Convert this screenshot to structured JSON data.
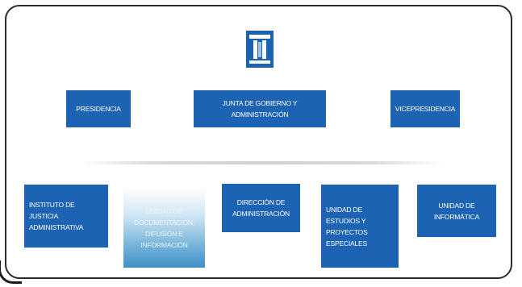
{
  "colors": {
    "box_fill": "#1d63b4",
    "box_text": "#ffffff",
    "frame_border": "#2a2a2a"
  },
  "logo": {
    "icon": "tribunal-logo-icon"
  },
  "top_row": [
    {
      "label": "PRESIDENCIA"
    },
    {
      "label": "JUNTA DE GOBIERNO Y ADMINISTRACIÓN"
    },
    {
      "label": "VICEPRESIDENCIA"
    }
  ],
  "bottom_row": [
    {
      "label": "INSTITUTO DE\nJUSTICIA\nADMINISTRATIVA"
    },
    {
      "label": "UNIDAD DE\nDOCUMENTACIÓN,\nDIFUSIÓN E\nINFORMACIÓN"
    },
    {
      "label": "DIRECCIÓN DE\nADMINISTRACIÓN"
    },
    {
      "label": "UNIDAD DE\nESTUDIOS Y\nPROYECTOS\nESPECIALES"
    },
    {
      "label": "UNIDAD DE\nINFORMÁTICA"
    }
  ]
}
